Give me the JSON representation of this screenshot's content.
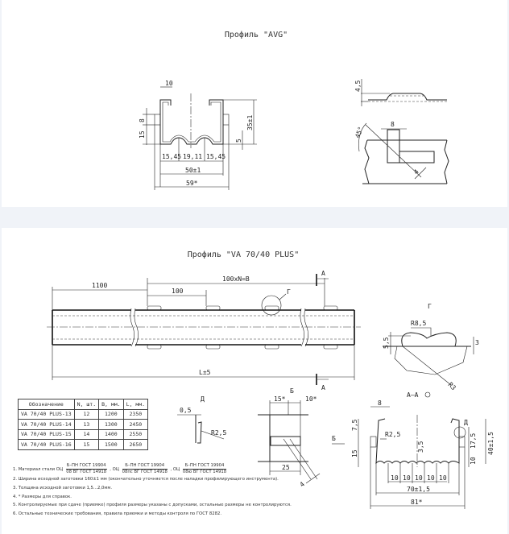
{
  "avg": {
    "title": "Профиль \"AVG\"",
    "dims": {
      "flange": "10",
      "h8": "8",
      "h15": "15",
      "height": "35±1",
      "h5": "5",
      "w1": "15,45",
      "w2": "19,11",
      "w3": "15,45",
      "inner": "50±1",
      "outer": "59*",
      "h45": "4,5",
      "cut": "8",
      "angle": "45°",
      "a4": "4"
    }
  },
  "plus": {
    "title": "Профиль \"VA 70/40 PLUS\"",
    "beam": {
      "d1100": "1100",
      "d100": "100",
      "pitch": "100xN=B",
      "length": "L±5",
      "sec_a": "А",
      "callout_g": "Г"
    },
    "detail_g": {
      "title": "Г",
      "r85": "R8,5",
      "h55": "5,5",
      "h3": "3",
      "r3": "R3"
    },
    "detail_d": {
      "title": "Д",
      "t05": "0,5",
      "r25": "R2,5"
    },
    "view_b": {
      "title": "Б",
      "d15": "15*",
      "d10": "10*",
      "d25": "25",
      "d4": "4"
    },
    "section_aa": {
      "title": "А–А",
      "d8": "8",
      "d75": "7,5",
      "r25": "R2,5",
      "d15": "15",
      "d35": "3,5",
      "d175": "17,5",
      "d10v": "10",
      "d40": "40±1,5",
      "pitch": [
        "10",
        "10",
        "10",
        "10",
        "10"
      ],
      "d70": "70±1,5",
      "d81": "81*",
      "arrow_b": "Б",
      "callout_d": "Д"
    },
    "table": {
      "headers": [
        "Обозначение",
        "N, шт.",
        "B, мм.",
        "L, мм."
      ],
      "rows": [
        [
          "VA 70/40 PLUS-13",
          "12",
          "1200",
          "2350"
        ],
        [
          "VA 70/40 PLUS-14",
          "13",
          "1300",
          "2450"
        ],
        [
          "VA 70/40 PLUS-15",
          "14",
          "1400",
          "2550"
        ],
        [
          "VA 70/40 PLUS-16",
          "15",
          "1500",
          "2650"
        ]
      ]
    },
    "notes": {
      "n1_prefix": "1. Материал стали ОЦ",
      "n1_f1_num": "Б–ПН ГОСТ 19904",
      "n1_f1_den": "08 ВГ ГОСТ 14918",
      "n1_sep1": ", ОЦ",
      "n1_f2_num": "Б–ПН ГОСТ 19904",
      "n1_f2_den": "08пс ВГ ГОСТ 14918",
      "n1_sep2": ", ОЦ",
      "n1_f3_num": "Б–ПН ГОСТ 19904",
      "n1_f3_den": "08ю ВГ ГОСТ 14918",
      "n2": "2. Ширина исходной заготовки 160±1 мм (окончательно уточняется после наладки профилирующего инструмента).",
      "n3": "3. Толщина исходной заготовки 1,5...2,0мм.",
      "n4": "4. * Размеры для справок.",
      "n5": "5. Контролируемые при сдаче (приемке) профиля размеры указаны с допусками, остальные размеры не контролируются.",
      "n6": "6. Остальные технические требования, правила приемки и методы контроля по ГОСТ 8282."
    }
  }
}
